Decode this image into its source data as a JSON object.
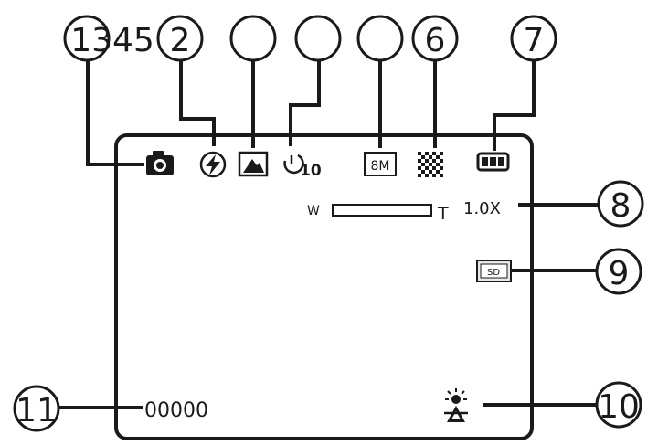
{
  "callouts": {
    "c1": "1345",
    "c2": "2",
    "c3": "",
    "c4": "",
    "c5": "",
    "c6": "6",
    "c7": "7",
    "c8": "8",
    "c9": "9",
    "c10": "10",
    "c11": "11"
  },
  "screen": {
    "self_timer_value": "10",
    "resolution_label": "8M",
    "zoom": {
      "wide_label": "W",
      "tele_label": "T",
      "value": "1.0X"
    },
    "card_label": "SD",
    "shot_counter": "00000"
  },
  "icons": {
    "mode": "camera-icon",
    "flash": "flash-icon",
    "scene": "scene-mode-icon",
    "self_timer": "self-timer-icon",
    "resolution": "resolution-icon",
    "quality": "image-quality-icon",
    "battery": "battery-icon",
    "memory_card": "sd-card-icon",
    "white_balance": "white-balance-icon"
  }
}
